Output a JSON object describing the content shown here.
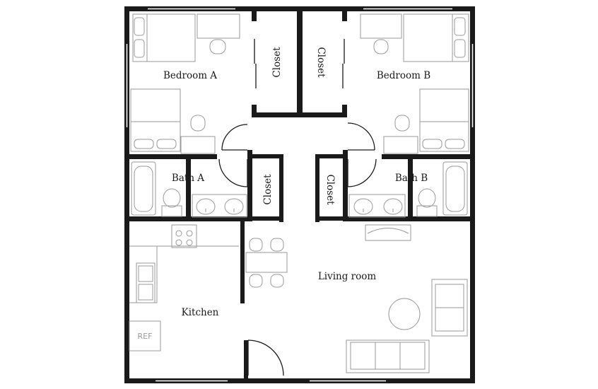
{
  "rooms": {
    "bedroom_a": "Bedroom A",
    "bedroom_b": "Bedroom B",
    "closet_1": "Closet",
    "closet_2": "Closet",
    "closet_3": "Closet",
    "closet_4": "Closet",
    "bath_a": "Bath A",
    "bath_b": "Bath B",
    "kitchen": "Kitchen",
    "living_room": "Living room"
  },
  "appliances": {
    "refrigerator": "REF"
  },
  "colors": {
    "wall": "#1a1a1a",
    "fixture": "#9a9a9a",
    "background": "#ffffff"
  }
}
